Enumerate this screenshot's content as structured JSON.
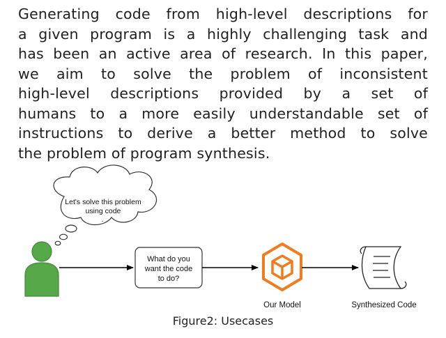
{
  "abstract_lines": [
    "Generating code from high-level descriptions for",
    "a given program is a highly challenging task and",
    "has been an active area of research. In this paper,",
    "we aim to solve the problem of inconsistent",
    "high-level descriptions provided by a set of",
    "humans to a more easily understandable set of",
    "instructions to derive a better method to solve",
    "the problem of program synthesis."
  ],
  "figure": {
    "thought": {
      "line1": "Let's solve this problem",
      "line2": "using code",
      "line3": "."
    },
    "prompt": {
      "line1": "What do you",
      "line2": "want the code",
      "line3": "to do?"
    },
    "model_label": "Our Model",
    "output_label": "Synthesized Code",
    "caption": "Figure2: Usecases"
  },
  "colors": {
    "person": "#57a849",
    "person_stroke": "#3f8a35",
    "model": "#f07c1e",
    "stroke": "#000000"
  }
}
